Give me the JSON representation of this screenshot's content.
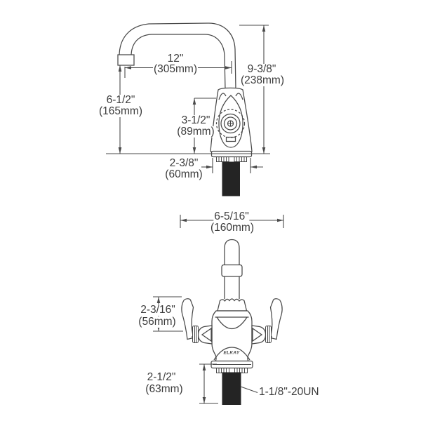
{
  "drawing": {
    "brand_logo": "ELKAY",
    "side_view": {
      "spout_reach": {
        "imperial": "12\"",
        "metric": "(305mm)"
      },
      "overall_height": {
        "imperial": "9-3/8\"",
        "metric": "(238mm)"
      },
      "spout_outlet_height": {
        "imperial": "6-1/2\"",
        "metric": "(165mm)"
      },
      "body_height": {
        "imperial": "3-1/2\"",
        "metric": "(89mm)"
      },
      "base_width": {
        "imperial": "2-3/8\"",
        "metric": "(60mm)"
      }
    },
    "front_view": {
      "overall_width": {
        "imperial": "6-5/16\"",
        "metric": "(160mm)"
      },
      "handle_length": {
        "imperial": "2-3/16\"",
        "metric": "(56mm)"
      },
      "shank_length": {
        "imperial": "2-1/2\"",
        "metric": "(63mm)"
      },
      "shank_thread": "1-1/8\"-20UN"
    },
    "colors": {
      "line": "#484848",
      "text": "#3c3c3c",
      "shank_fill": "#242424",
      "background": "#ffffff"
    }
  }
}
